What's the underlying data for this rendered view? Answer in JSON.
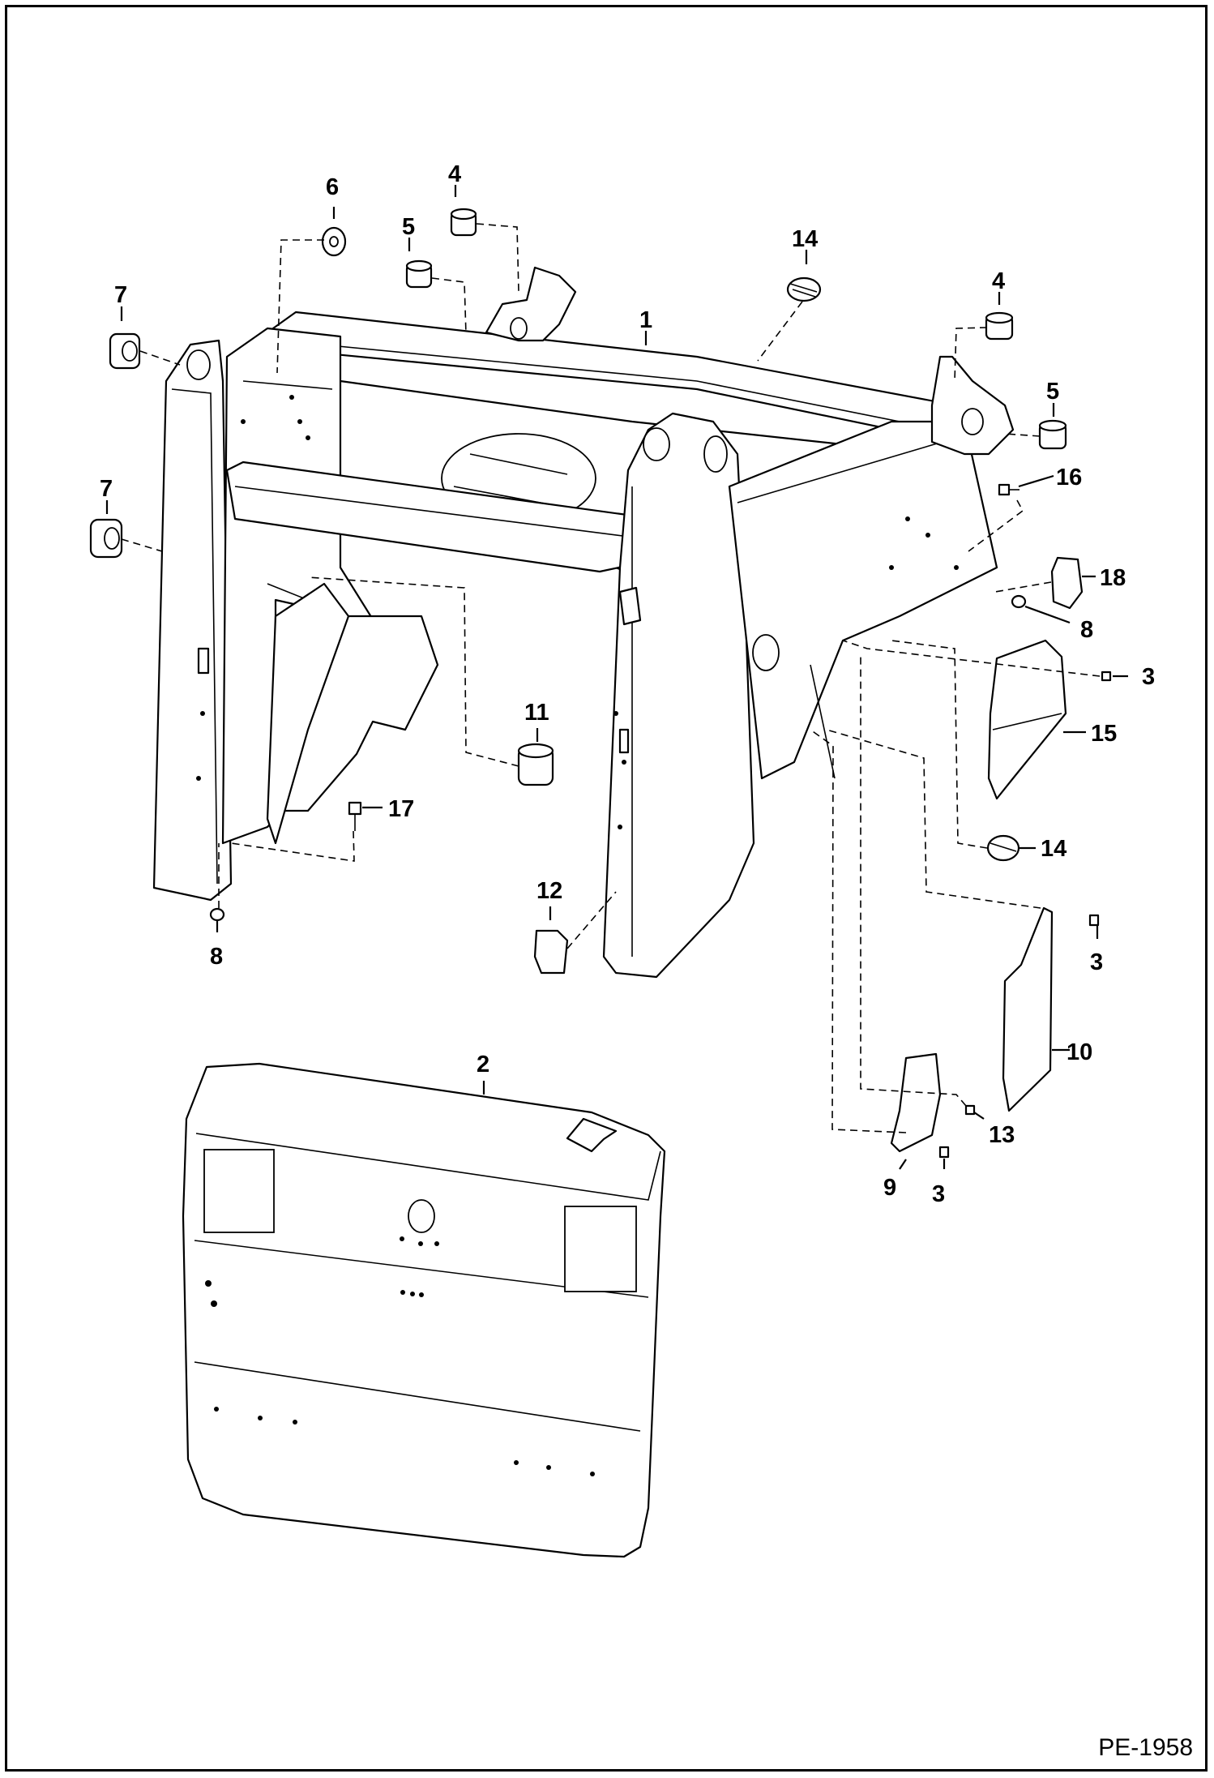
{
  "figure_id": "PE-1958",
  "callouts": {
    "c1": "1",
    "c2": "2",
    "c3a": "3",
    "c3b": "3",
    "c3c": "3",
    "c4a": "4",
    "c4b": "4",
    "c5a": "5",
    "c5b": "5",
    "c6": "6",
    "c7a": "7",
    "c7b": "7",
    "c8a": "8",
    "c8b": "8",
    "c9": "9",
    "c10": "10",
    "c11": "11",
    "c12": "12",
    "c13": "13",
    "c14a": "14",
    "c14b": "14",
    "c15": "15",
    "c16": "16",
    "c17": "17",
    "c18": "18"
  }
}
